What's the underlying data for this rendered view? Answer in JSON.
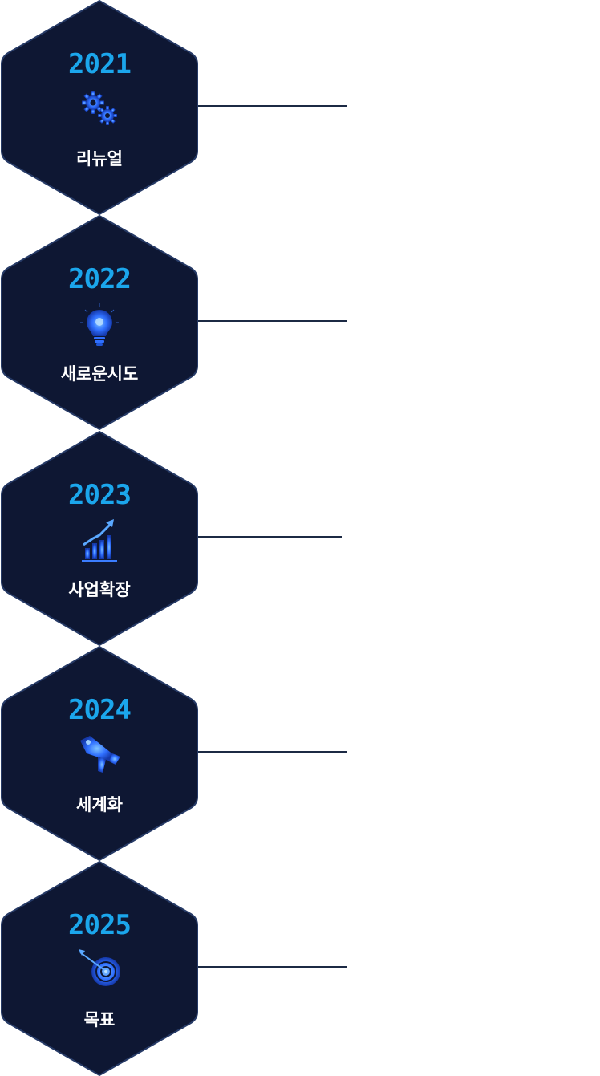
{
  "timeline": {
    "stages": [
      {
        "year": "2021",
        "label": "리뉴얼",
        "icon": "gears-icon"
      },
      {
        "year": "2022",
        "label": "새로운시도",
        "icon": "lightbulb-icon"
      },
      {
        "year": "2023",
        "label": "사업확장",
        "icon": "growth-chart-icon"
      },
      {
        "year": "2024",
        "label": "세계화",
        "icon": "megaphone-icon"
      },
      {
        "year": "2025",
        "label": "목표",
        "icon": "target-icon"
      }
    ]
  },
  "colors": {
    "hex_fill": "#0e1733",
    "hex_border": "#263a66",
    "year": "#1ba6ec",
    "label": "#ffffff",
    "icon_glow": "#2f6fff",
    "connector": "#1c2a44"
  }
}
